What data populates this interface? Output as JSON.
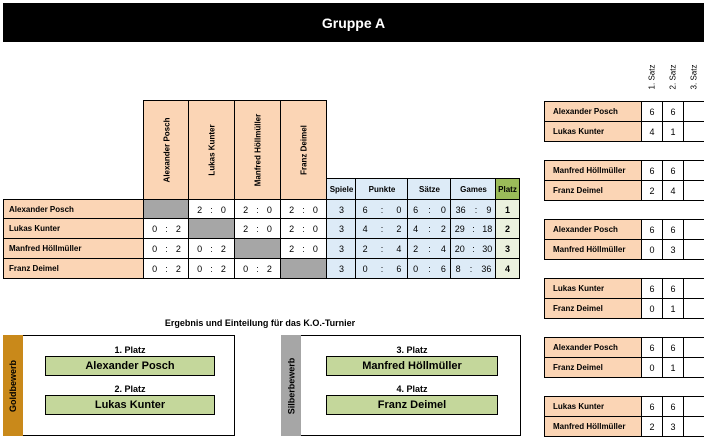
{
  "title": "Gruppe A",
  "players": [
    "Alexander Posch",
    "Lukas Kunter",
    "Manfred Höllmüller",
    "Franz Deimel"
  ],
  "stat_headers": [
    "Spiele",
    "Punkte",
    "Sätze",
    "Games",
    "Platz"
  ],
  "matrix": [
    [
      null,
      [
        "2",
        "0"
      ],
      [
        "2",
        "0"
      ],
      [
        "2",
        "0"
      ]
    ],
    [
      [
        "0",
        "2"
      ],
      null,
      [
        "2",
        "0"
      ],
      [
        "2",
        "0"
      ]
    ],
    [
      [
        "0",
        "2"
      ],
      [
        "0",
        "2"
      ],
      null,
      [
        "2",
        "0"
      ]
    ],
    [
      [
        "0",
        "2"
      ],
      [
        "0",
        "2"
      ],
      [
        "0",
        "2"
      ],
      null
    ]
  ],
  "stats": [
    {
      "spiele": "3",
      "punkte": [
        "6",
        "0"
      ],
      "saetze": [
        "6",
        "0"
      ],
      "games": [
        "36",
        "9"
      ],
      "platz": "1"
    },
    {
      "spiele": "3",
      "punkte": [
        "4",
        "2"
      ],
      "saetze": [
        "4",
        "2"
      ],
      "games": [
        "29",
        "18"
      ],
      "platz": "2"
    },
    {
      "spiele": "3",
      "punkte": [
        "2",
        "4"
      ],
      "saetze": [
        "2",
        "4"
      ],
      "games": [
        "20",
        "30"
      ],
      "platz": "3"
    },
    {
      "spiele": "3",
      "punkte": [
        "0",
        "6"
      ],
      "saetze": [
        "0",
        "6"
      ],
      "games": [
        "8",
        "36"
      ],
      "platz": "4"
    }
  ],
  "satz_headers": [
    "1. Satz",
    "2. Satz",
    "3. Satz"
  ],
  "matches": [
    [
      {
        "name": "Alexander Posch",
        "sets": [
          "6",
          "6",
          ""
        ]
      },
      {
        "name": "Lukas Kunter",
        "sets": [
          "4",
          "1",
          ""
        ]
      }
    ],
    [
      {
        "name": "Manfred Höllmüller",
        "sets": [
          "6",
          "6",
          ""
        ]
      },
      {
        "name": "Franz Deimel",
        "sets": [
          "2",
          "4",
          ""
        ]
      }
    ],
    [
      {
        "name": "Alexander Posch",
        "sets": [
          "6",
          "6",
          ""
        ]
      },
      {
        "name": "Manfred Höllmüller",
        "sets": [
          "0",
          "3",
          ""
        ]
      }
    ],
    [
      {
        "name": "Lukas Kunter",
        "sets": [
          "6",
          "6",
          ""
        ]
      },
      {
        "name": "Franz Deimel",
        "sets": [
          "0",
          "1",
          ""
        ]
      }
    ],
    [
      {
        "name": "Alexander Posch",
        "sets": [
          "6",
          "6",
          ""
        ]
      },
      {
        "name": "Franz Deimel",
        "sets": [
          "0",
          "1",
          ""
        ]
      }
    ],
    [
      {
        "name": "Lukas Kunter",
        "sets": [
          "6",
          "6",
          ""
        ]
      },
      {
        "name": "Manfred Höllmüller",
        "sets": [
          "2",
          "3",
          ""
        ]
      }
    ]
  ],
  "ko_title": "Ergebnis und Einteilung für das K.O.-Turnier",
  "gold": {
    "label": "Goldbewerb",
    "color": "#c9891a",
    "p1_label": "1. Platz",
    "p1": "Alexander Posch",
    "p2_label": "2. Platz",
    "p2": "Lukas Kunter"
  },
  "silber": {
    "label": "Silberbewerb",
    "color": "#a6a6a6",
    "p3_label": "3. Platz",
    "p3": "Manfred Höllmüller",
    "p4_label": "4. Platz",
    "p4": "Franz Deimel"
  }
}
